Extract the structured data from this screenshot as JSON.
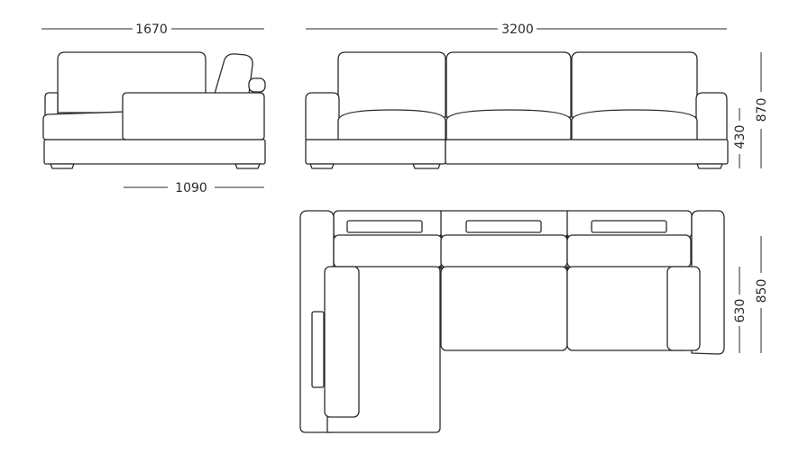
{
  "dimensions": {
    "side_width": "1670",
    "side_depth": "1090",
    "front_width": "3200",
    "total_height": "870",
    "seat_height": "430",
    "total_depth": "850",
    "seat_depth": "630"
  },
  "colors": {
    "line": "#2b2b2b",
    "background": "#ffffff"
  }
}
